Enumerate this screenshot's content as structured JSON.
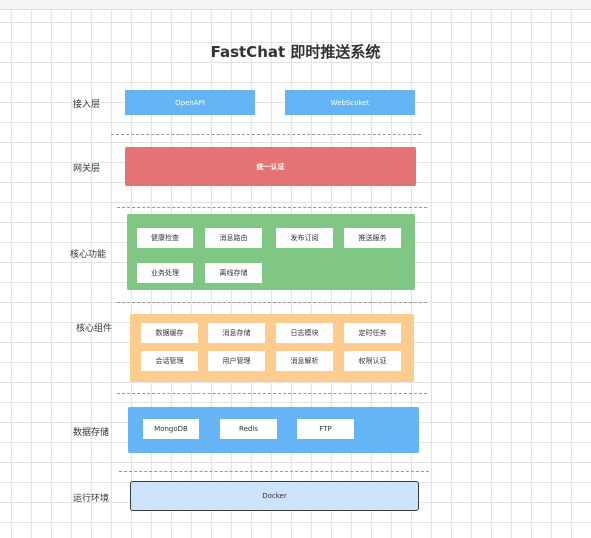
{
  "title": "FastChat 即时推送系统",
  "colors": {
    "access": "#64b4f6",
    "gateway": "#e57373",
    "core_functions": "#81c784",
    "core_components": "#ffcc90",
    "data_storage": "#64b4f6",
    "runtime": "#cce5fc",
    "runtime_border": "#36393d"
  },
  "layers": {
    "access": {
      "label": "接入层",
      "boxes": [
        "OpenAPI",
        "WebScoket"
      ]
    },
    "gateway": {
      "label": "网关层",
      "boxes": [
        "统一认证"
      ]
    },
    "core_functions": {
      "label": "核心功能",
      "boxes": [
        "健康检查",
        "消息路由",
        "发布订阅",
        "推送服务",
        "业务处理",
        "离线存储"
      ]
    },
    "core_components": {
      "label": "核心组件",
      "boxes": [
        "数据缓存",
        "消息存储",
        "日志模块",
        "定时任务",
        "会话管理",
        "用户管理",
        "消息解析",
        "权限认证"
      ]
    },
    "data_storage": {
      "label": "数据存储",
      "boxes": [
        "MongoDB",
        "Redis",
        "FTP"
      ]
    },
    "runtime": {
      "label": "运行环境",
      "boxes": [
        "Docker"
      ]
    }
  }
}
